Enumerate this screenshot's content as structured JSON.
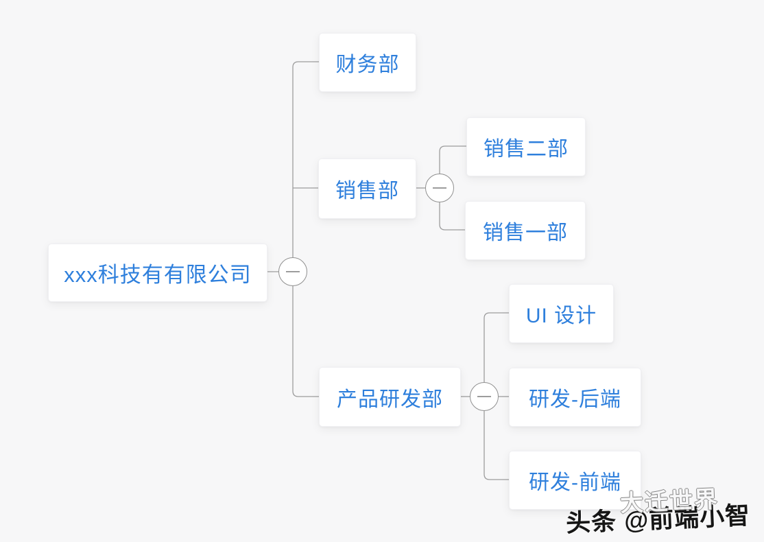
{
  "colors": {
    "node_text": "#2e7fdc",
    "line": "#9c9c9c",
    "canvas_bg": "#f7f7f8",
    "card_bg": "#ffffff"
  },
  "org_chart": {
    "root": {
      "label": "xxx科技有有限公司"
    },
    "branches": {
      "finance": {
        "label": "财务部"
      },
      "sales": {
        "label": "销售部",
        "children": {
          "sales_two": {
            "label": "销售二部"
          },
          "sales_one": {
            "label": "销售一部"
          }
        }
      },
      "product_rnd": {
        "label": "产品研发部",
        "children": {
          "ui_design": {
            "label": "UI 设计"
          },
          "rnd_backend": {
            "label": "研发-后端"
          },
          "rnd_frontend": {
            "label": "研发-前端"
          }
        }
      }
    }
  },
  "watermark": {
    "primary": "头条 @前端小智",
    "secondary": "大迁世界"
  }
}
